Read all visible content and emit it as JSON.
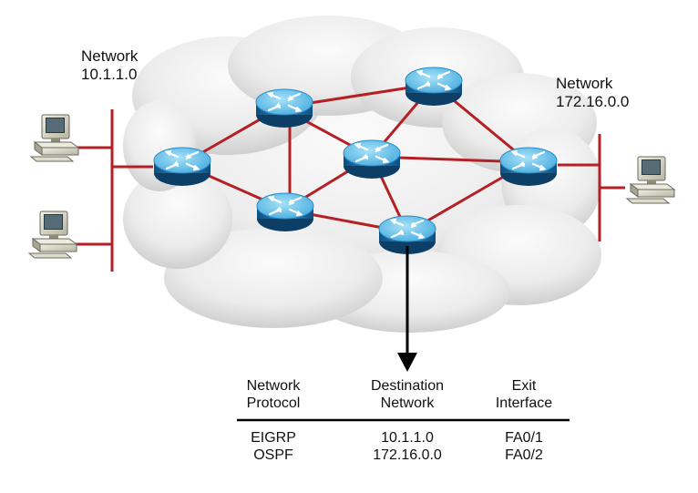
{
  "networks": {
    "left": {
      "title": "Network",
      "address": "10.1.1.0"
    },
    "right": {
      "title": "Network",
      "address": "172.16.0.0"
    }
  },
  "colors": {
    "link": "#b52025",
    "router_top": "#6fc6ea",
    "router_side": "#1a6fa8",
    "cloud": "#e6e6e6"
  },
  "routing_table": {
    "headers": [
      {
        "line1": "Network",
        "line2": "Protocol"
      },
      {
        "line1": "Destination",
        "line2": "Network"
      },
      {
        "line1": "Exit",
        "line2": "Interface"
      }
    ],
    "rows": [
      {
        "protocol": "EIGRP",
        "destination": "10.1.1.0",
        "interface": "FA0/1"
      },
      {
        "protocol": "OSPF",
        "destination": "172.16.0.0",
        "interface": "FA0/2"
      }
    ]
  }
}
